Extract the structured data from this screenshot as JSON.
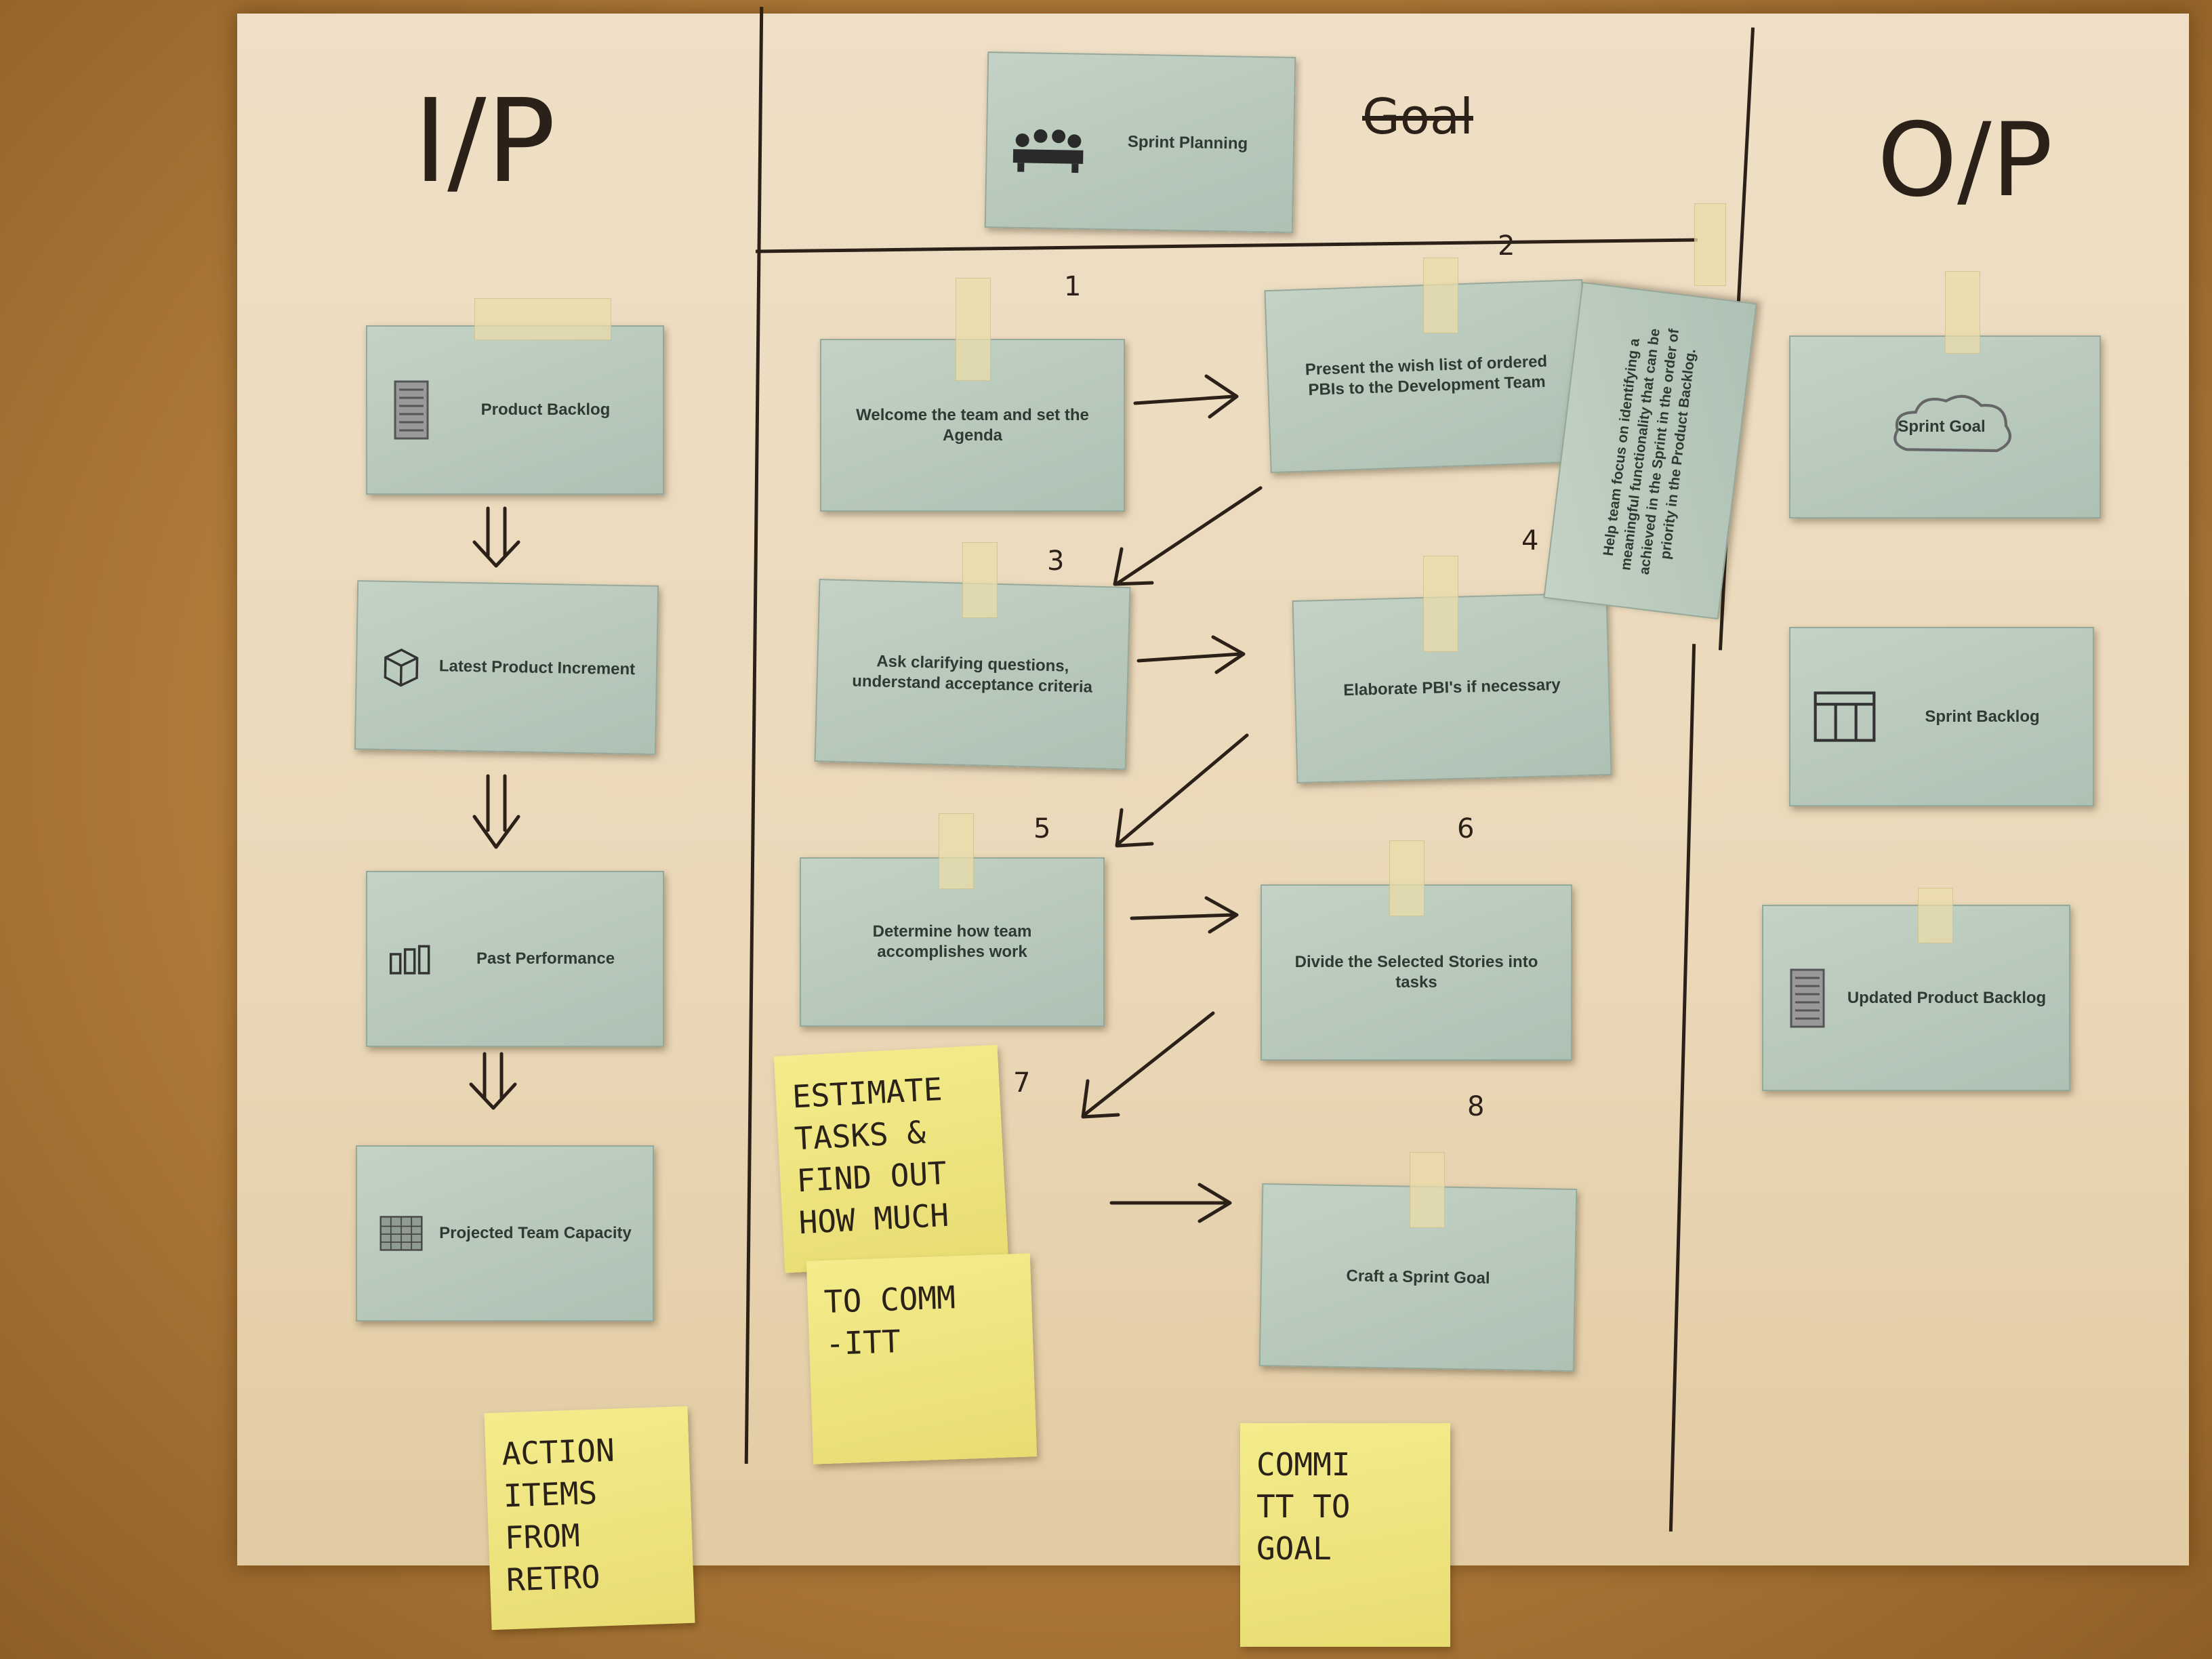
{
  "header": {
    "title_card": "Sprint Planning",
    "input_label": "I/P",
    "output_label": "O/P",
    "struck_word": "Goal"
  },
  "inputs": [
    {
      "label": "Product Backlog",
      "icon": "document-icon"
    },
    {
      "label": "Latest Product Increment",
      "icon": "cube-icon"
    },
    {
      "label": "Past Performance",
      "icon": "bar-chart-icon"
    },
    {
      "label": "Projected Team Capacity",
      "icon": "calendar-icon"
    }
  ],
  "steps": [
    {
      "number": "1",
      "label": "Welcome the team and set the Agenda"
    },
    {
      "number": "2",
      "label": "Present the wish list of ordered PBIs to the Development Team"
    },
    {
      "number": "3",
      "label": "Ask clarifying questions, understand acceptance criteria"
    },
    {
      "number": "4",
      "label": "Elaborate PBI's if necessary"
    },
    {
      "number": "5",
      "label": "Determine how team accomplishes work"
    },
    {
      "number": "6",
      "label": "Divide the Selected Stories into tasks"
    },
    {
      "number": "7",
      "label": ""
    },
    {
      "number": "8",
      "label": "Craft a Sprint Goal"
    }
  ],
  "side_card": "Help team focus on identifying a meaningful functionality that can be achieved in the Sprint in the order of priority in the Product Backlog.",
  "outputs": [
    {
      "label": "Sprint Goal",
      "icon": "cloud-icon"
    },
    {
      "label": "Sprint Backlog",
      "icon": "board-icon"
    },
    {
      "label": "Updated Product Backlog",
      "icon": "document-icon"
    }
  ],
  "stickies": {
    "estimate_top": "ESTIMATE\nTASKS &\nFIND OUT\nHOW MUCH",
    "estimate_bottom": "TO COMM\n-ITT",
    "action_items": "ACTION\nITEMS\nFROM\nRETRO",
    "commit_goal": "COMMI\nTT TO\nGOAL"
  }
}
